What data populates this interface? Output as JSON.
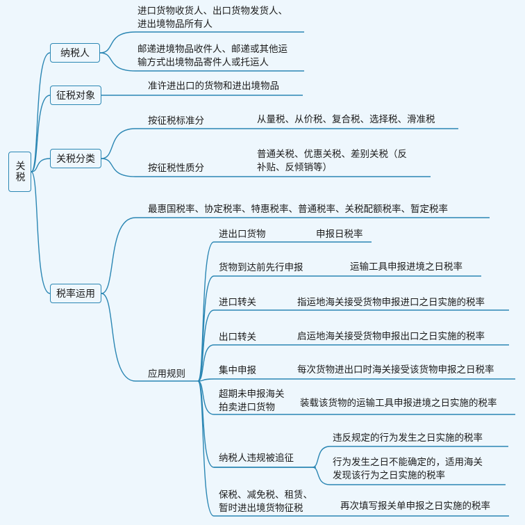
{
  "root": {
    "label": "关税"
  },
  "branches": {
    "taxpayer": {
      "label": "纳税人",
      "items": [
        "进口货物收货人、出口货物发货人、\n进出境物品所有人",
        "邮递进境物品收件人、邮递或其他运\n输方式出境物品寄件人或托运人"
      ]
    },
    "object": {
      "label": "征税对象",
      "items": [
        "准许进出口的货物和进出境物品"
      ]
    },
    "classify": {
      "label": "关税分类",
      "subs": [
        {
          "label": "按征税标准分",
          "detail": "从量税、从价税、复合税、选择税、滑准税"
        },
        {
          "label": "按征税性质分",
          "detail": "普通关税、优惠关税、差别关税（反\n补贴、反倾销等）"
        }
      ]
    },
    "rate": {
      "label": "税率运用",
      "types": "最惠国税率、协定税率、特惠税率、普通税率、关税配额税率、暂定税率",
      "rules_label": "应用规则",
      "rules": [
        {
          "case": "进出口货物",
          "rate": "申报日税率"
        },
        {
          "case": "货物到达前先行申报",
          "rate": "运输工具申报进境之日税率"
        },
        {
          "case": "进口转关",
          "rate": "指运地海关接受货物申报进口之日实施的税率"
        },
        {
          "case": "出口转关",
          "rate": "启运地海关接受货物申报出口之日实施的税率"
        },
        {
          "case": "集中申报",
          "rate": "每次货物进出口时海关接受该货物申报之日税率"
        },
        {
          "case": "超期未申报海关\n拍卖进口货物",
          "rate": "装载该货物的运输工具申报进境之日实施的税率"
        },
        {
          "case": "纳税人违规被追征",
          "rates": [
            "违反规定的行为发生之日实施的税率",
            "行为发生之日不能确定的，适用海关\n发现该行为之日实施的税率"
          ]
        },
        {
          "case": "保税、减免税、租赁、\n暂时进出境货物征税",
          "rate": "再次填写报关单申报之日实施的税率"
        }
      ]
    }
  },
  "colors": {
    "line": "#2a86b3",
    "background": "#eef7fd"
  }
}
